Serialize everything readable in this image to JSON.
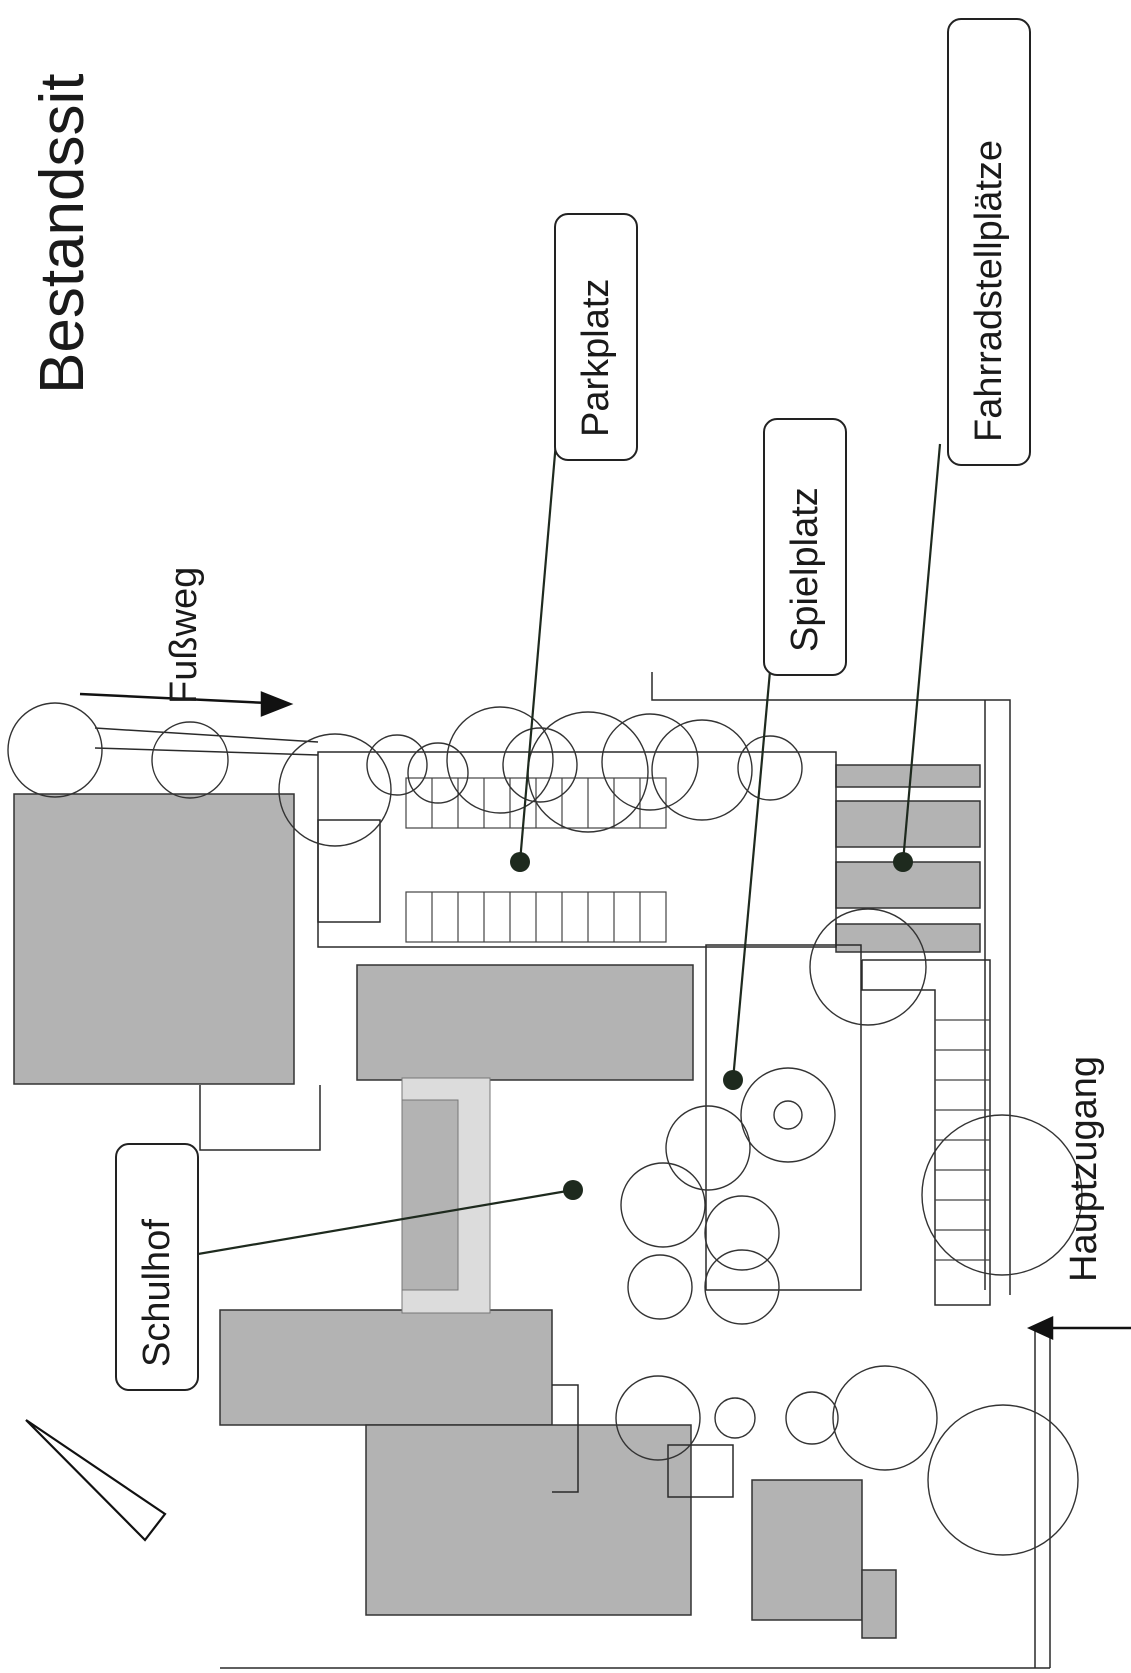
{
  "title": "Bestandssit",
  "labels": {
    "parkplatz": "Parkplatz",
    "spielplatz": "Spielplatz",
    "fahrradstellplaetze": "Fahrradstellplätze",
    "schulhof": "Schulhof",
    "fussweg": "Fußweg",
    "hauptzugang": "Hauptzugang"
  },
  "colors": {
    "building": "#b3b3b3",
    "path_light": "#dcdcdc",
    "line": "#2a2a2a",
    "marker": "#1e2a1e"
  },
  "icons": [
    "north-arrow-icon",
    "arrow-icon",
    "tree-icon",
    "marker-icon"
  ]
}
